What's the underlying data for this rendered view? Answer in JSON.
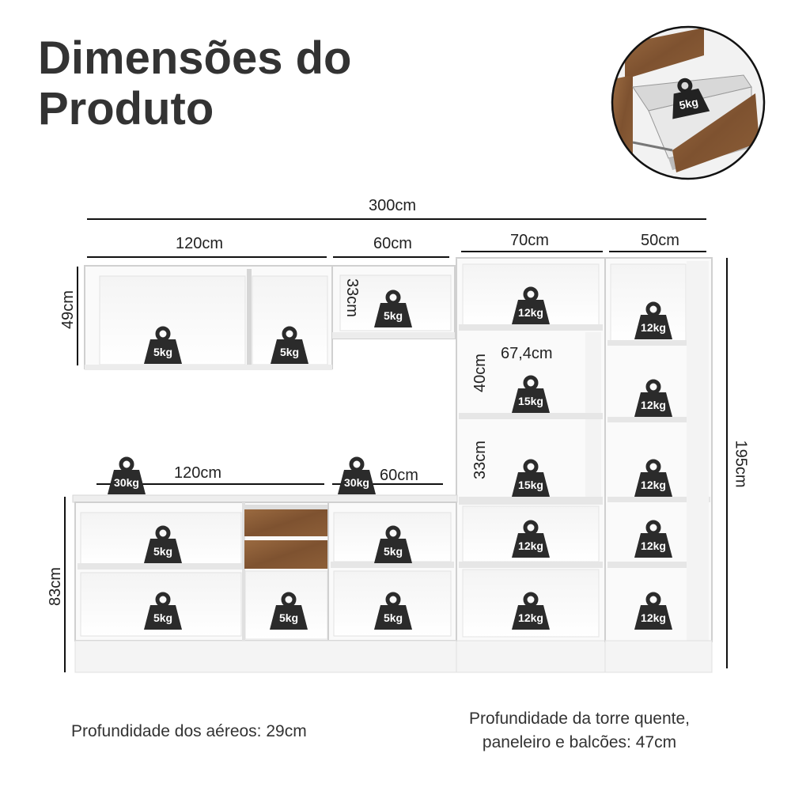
{
  "title": {
    "line1": "Dimensões do",
    "line2": "Produto"
  },
  "inset": {
    "weight": "5kg"
  },
  "dimensions": {
    "total_width": "300cm",
    "upper_left_width": "120cm",
    "upper_mid_width": "60cm",
    "tower_width": "70cm",
    "right_tower_width": "50cm",
    "upper_height": "49cm",
    "upper_mid_height": "33cm",
    "niche_width": "67,4cm",
    "niche_height_upper": "40cm",
    "niche_height_lower": "33cm",
    "tower_height": "195cm",
    "base_left_width": "120cm",
    "base_mid_width": "60cm",
    "base_height": "83cm"
  },
  "weights": {
    "upper_left_1": "5kg",
    "upper_left_2": "5kg",
    "upper_mid": "5kg",
    "tower_top": "12kg",
    "tower_niche_upper": "15kg",
    "tower_niche_lower": "15kg",
    "tower_low_1": "12kg",
    "tower_low_2": "12kg",
    "right_1": "12kg",
    "right_2": "12kg",
    "right_3": "12kg",
    "right_4": "12kg",
    "right_5": "12kg",
    "counter_left": "30kg",
    "counter_mid": "30kg",
    "base_left_top": "5kg",
    "base_left_bottom": "5kg",
    "base_small_bottom": "5kg",
    "base_mid_top": "5kg",
    "base_mid_bottom": "5kg"
  },
  "depth_notes": {
    "upper": "Profundidade dos aéreos: 29cm",
    "lower_line1": "Profundidade da torre quente,",
    "lower_line2": "paneleiro e balcões: 47cm"
  }
}
